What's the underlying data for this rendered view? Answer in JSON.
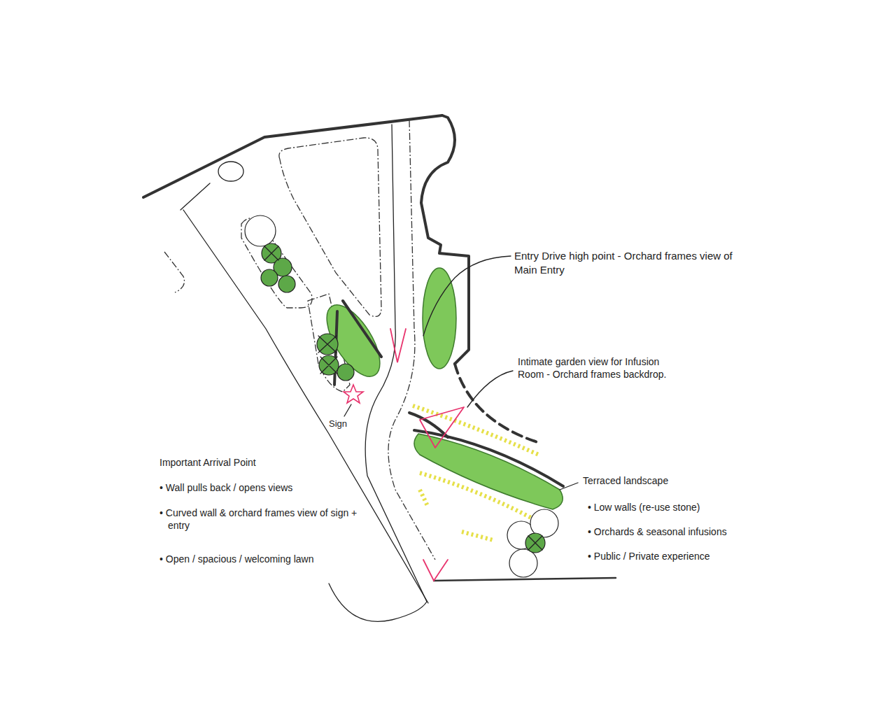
{
  "diagram": {
    "labels": [
      "Entry Drive high point - Orchard frames view of Main Entry",
      "Intimate garden view for Infusion Room - Orchard frames backdrop.",
      "Terraced landscape",
      "• Low walls (re-use stone)",
      "• Orchards & seasonal infusions",
      "• Public / Private experience",
      "Important Arrival Point",
      "• Wall pulls back / opens views",
      "• Curved wall & orchard frames view of sign + entry",
      "• Open / spacious / welcoming lawn",
      "Sign"
    ]
  }
}
